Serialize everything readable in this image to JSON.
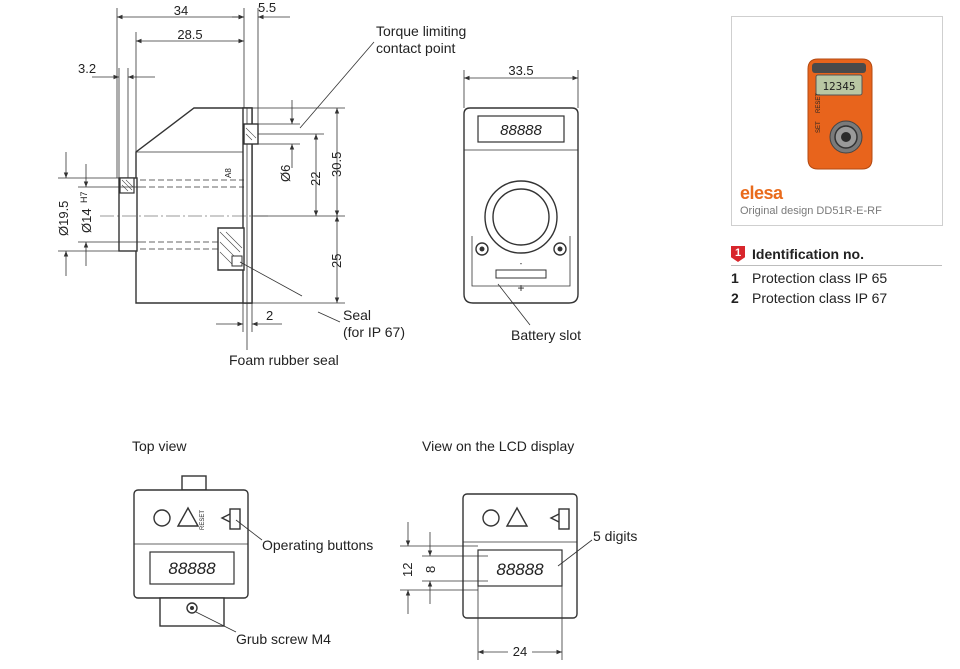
{
  "product": {
    "brand": "elesa",
    "caption": "Original design DD51R-E-RF",
    "display_reading": "12345",
    "button_marks": [
      "RESET",
      "SET"
    ],
    "photo_colors": {
      "body": "#e8641c",
      "lcd": "#b9c7a4",
      "shaft": "#9a9a9a"
    }
  },
  "identification": {
    "badge": "1",
    "title": "Identification no.",
    "items": [
      {
        "no": "1",
        "text": "Protection class IP 65"
      },
      {
        "no": "2",
        "text": "Protection class IP 67"
      }
    ]
  },
  "side_view": {
    "dims": {
      "overall_width": "34",
      "body_width": "28.5",
      "flange": "5.5",
      "shaft_step": "3.2",
      "d_outer": "Ø19.5",
      "d_bore": "Ø14",
      "bore_tol": "H7",
      "d_pin": "Ø6",
      "h_upper_a": "22",
      "h_upper_b": "30.5",
      "h_lower": "25",
      "seal_gap": "2"
    },
    "labels": {
      "torque_1": "Torque limiting",
      "torque_2": "contact point",
      "seal_1": "Seal",
      "seal_2": "(for IP 67)",
      "foam": "Foam rubber seal"
    }
  },
  "front_view": {
    "dims": {
      "width": "33.5"
    },
    "labels": {
      "battery": "Battery slot"
    },
    "display": "88888"
  },
  "top_view": {
    "title": "Top view",
    "labels": {
      "buttons": "Operating buttons",
      "grub": "Grub screw M4"
    },
    "display": "88888"
  },
  "lcd_view": {
    "title": "View on the LCD display",
    "dims": {
      "window_height": "12",
      "digit_height": "8",
      "window_width": "24"
    },
    "labels": {
      "digits": "5 digits"
    },
    "display": "88888"
  },
  "colors": {
    "accent": "#d8262c",
    "brand": "#e96b1c",
    "line": "#333333"
  }
}
